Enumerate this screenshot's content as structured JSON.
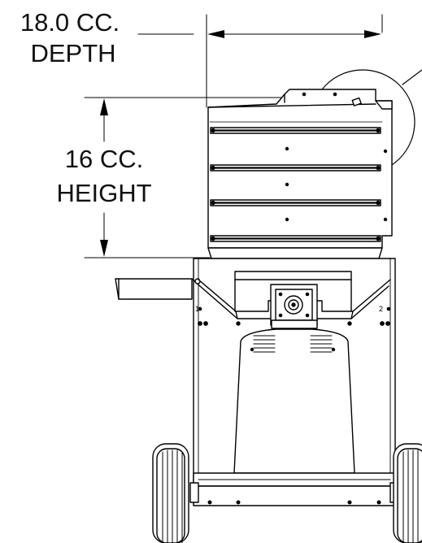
{
  "dimensions": {
    "depth": {
      "line1": "18.0 CC.",
      "line2": "DEPTH"
    },
    "height": {
      "line1": "16 CC.",
      "line2": "HEIGHT"
    }
  },
  "side_labels": {
    "left": "1",
    "right": "2"
  },
  "colors": {
    "line": "#000000",
    "fill": "#ffffff",
    "shade": "#d9d9d9"
  }
}
